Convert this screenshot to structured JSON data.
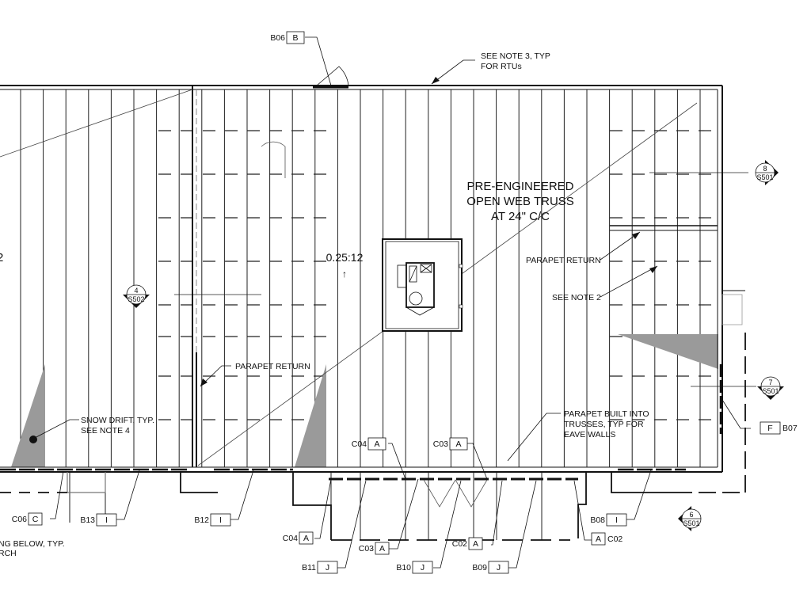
{
  "drawing": {
    "title_note": [
      "PRE-ENGINEERED",
      "OPEN WEB TRUSS",
      "AT 24\" C/C"
    ],
    "slope": "0.25:12",
    "slope_arrow": "↑",
    "edge_fragment": "2",
    "notes": {
      "rtu": [
        "SEE NOTE 3, TYP",
        "FOR RTUs"
      ],
      "parapet_return_right": "PARAPET RETURN",
      "see_note_2": "SEE NOTE 2",
      "parapet_return_left": "PARAPET RETURN",
      "snow_drift": [
        "SNOW DRIFT, TYP.",
        "SEE NOTE 4"
      ],
      "parapet_built": [
        "PARAPET BUILT INTO",
        "TRUSSES, TYP FOR",
        "EAVE WALLS"
      ],
      "below": [
        "NG BELOW, TYP.",
        "RCH"
      ]
    },
    "sections": [
      {
        "num": "8",
        "sheet": "S501"
      },
      {
        "num": "4",
        "sheet": "S502"
      },
      {
        "num": "7",
        "sheet": "S501"
      },
      {
        "num": "6",
        "sheet": "S501"
      }
    ],
    "tags": [
      {
        "id": "B06",
        "type": "B"
      },
      {
        "id": "C04",
        "type": "A"
      },
      {
        "id": "C03",
        "type": "A"
      },
      {
        "id": "B07",
        "type": "F"
      },
      {
        "id": "C06",
        "type": "C"
      },
      {
        "id": "B13",
        "type": "I"
      },
      {
        "id": "B12",
        "type": "I"
      },
      {
        "id": "C04",
        "type": "A"
      },
      {
        "id": "C03",
        "type": "A"
      },
      {
        "id": "C02",
        "type": "A"
      },
      {
        "id": "C02",
        "type": "A"
      },
      {
        "id": "B08",
        "type": "I"
      },
      {
        "id": "B11",
        "type": "J"
      },
      {
        "id": "B10",
        "type": "J"
      },
      {
        "id": "B09",
        "type": "J"
      }
    ],
    "colors": {
      "line": "#111111",
      "fill": "#9a9a9a",
      "hatch": "#bbbbbb"
    }
  }
}
